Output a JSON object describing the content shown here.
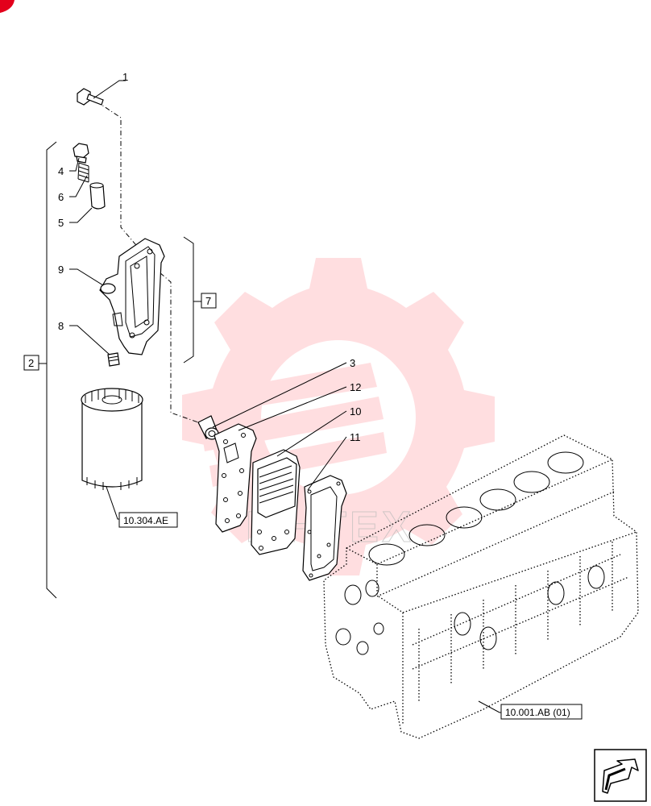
{
  "callouts": [
    "1",
    "4",
    "6",
    "5",
    "9",
    "8",
    "3",
    "12",
    "10",
    "11"
  ],
  "groups": [
    "2",
    "7"
  ],
  "references": {
    "filter": "10.304.AE",
    "block": "10.001.AB (01)"
  },
  "watermark": {
    "text": "MHTEX",
    "color": "#ff4d5a"
  },
  "nav": {
    "icon": "next-page-arrow-icon"
  },
  "colors": {
    "corner_mark": "#e3001b"
  }
}
